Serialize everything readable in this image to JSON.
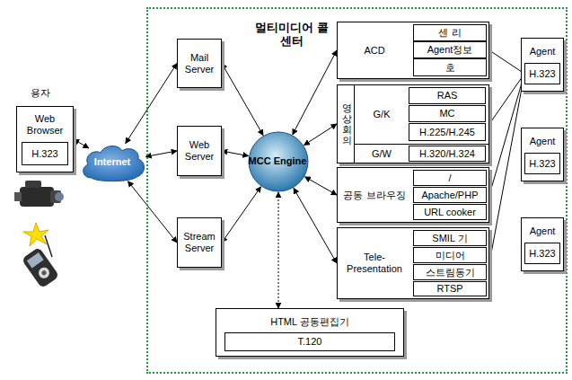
{
  "diagram": {
    "nodes": [
      {
        "text": [
          "Web Browser"
        ]
      },
      {
        "text": [
          "H.323"
        ],
        "in": 0
      },
      {
        "text": [
          "Internet"
        ]
      },
      {
        "text": [
          "멀티미디어 콜 센터"
        ]
      },
      {
        "text": [
          "Mail Server"
        ],
        "in": 3
      },
      {
        "text": [
          "Web Server"
        ],
        "in": 3
      },
      {
        "text": [
          "Stream Server"
        ],
        "in": 3
      },
      {
        "text": [
          "MCC Engine"
        ],
        "in": 3
      },
      {
        "text": [
          "ACD"
        ],
        "in": 3
      },
      {
        "text": [
          "센 리"
        ],
        "in": 8
      },
      {
        "text": [
          "Agent정보"
        ],
        "in": 8
      },
      {
        "text": [
          "호"
        ],
        "in": 8
      },
      {
        "text": [
          "영상회의"
        ],
        "in": 3
      },
      {
        "text": [
          "G/K"
        ],
        "in": 12
      },
      {
        "text": [
          "RAS"
        ],
        "in": 13
      },
      {
        "text": [
          "MC"
        ],
        "in": 13
      },
      {
        "text": [
          "H.225/H.245"
        ],
        "in": 13
      },
      {
        "text": [
          "G/W"
        ],
        "in": 12
      },
      {
        "text": [
          "H.320/H.324"
        ],
        "in": 17
      },
      {
        "text": [
          "공동 브라우징"
        ],
        "in": 3
      },
      {
        "text": [
          "/"
        ],
        "in": 19
      },
      {
        "text": [
          "Apache/PHP"
        ],
        "in": 19
      },
      {
        "text": [
          "URL cooker"
        ],
        "in": 19
      },
      {
        "text": [
          "Tele-Presentation"
        ],
        "in": 3
      },
      {
        "text": [
          "SMIL 기"
        ],
        "in": 23
      },
      {
        "text": [
          "미디어"
        ],
        "in": 23
      },
      {
        "text": [
          "스트림동기"
        ],
        "in": 23
      },
      {
        "text": [
          "RTSP"
        ],
        "in": 23
      },
      {
        "text": [
          "HTML 공동편집기"
        ],
        "in": 3
      },
      {
        "text": [
          "T.120"
        ],
        "in": 28
      },
      {
        "text": [
          "Agent"
        ],
        "in": 3
      },
      {
        "text": [
          "H.323"
        ],
        "in": 30
      },
      {
        "text": [
          "Agent"
        ],
        "in": 3
      },
      {
        "text": [
          "H.323"
        ],
        "in": 32
      },
      {
        "text": [
          "Agent"
        ],
        "in": 3
      },
      {
        "text": [
          "H.323"
        ],
        "in": 34
      }
    ],
    "edges": [
      {
        "from": 0,
        "to": 2,
        "arrow": "both"
      },
      {
        "from": 2,
        "to": 4,
        "arrow": "both"
      },
      {
        "from": 2,
        "to": 5,
        "arrow": "both"
      },
      {
        "from": 2,
        "to": 6,
        "arrow": "both"
      },
      {
        "from": 4,
        "to": 7,
        "arrow": "both"
      },
      {
        "from": 5,
        "to": 7,
        "arrow": "both"
      },
      {
        "from": 6,
        "to": 7,
        "arrow": "both"
      },
      {
        "from": 7,
        "to": 8,
        "arrow": "both"
      },
      {
        "from": 7,
        "to": 12,
        "arrow": "both"
      },
      {
        "from": 7,
        "to": 19,
        "arrow": "both"
      },
      {
        "from": 7,
        "to": 23,
        "arrow": "both"
      },
      {
        "from": 7,
        "to": 28,
        "arrow": "both"
      },
      {
        "from": 31,
        "to": 8,
        "arrow": "none"
      },
      {
        "from": 31,
        "to": 12,
        "arrow": "none"
      },
      {
        "from": 31,
        "to": 19,
        "arrow": "none"
      },
      {
        "from": 31,
        "to": 23,
        "arrow": "none"
      }
    ],
    "labels": [
      "용자"
    ]
  }
}
